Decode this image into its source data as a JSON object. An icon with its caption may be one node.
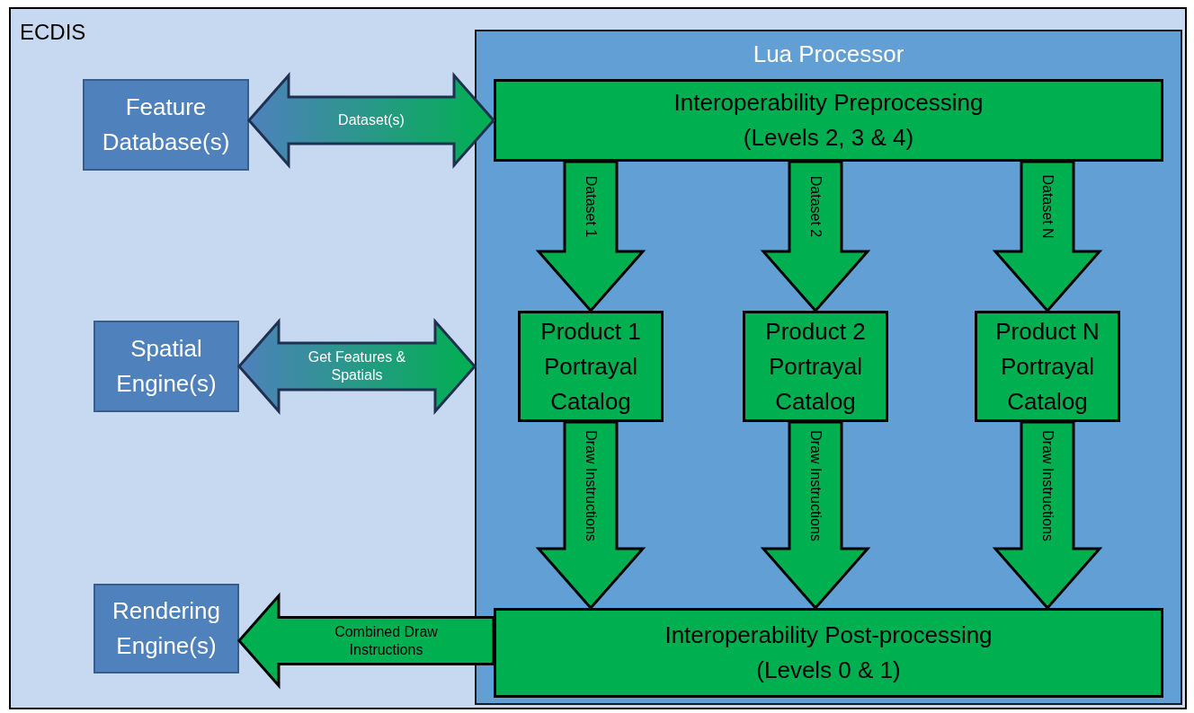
{
  "diagram": {
    "nodes": [
      {
        "text": [
          "ECDIS"
        ]
      },
      {
        "text": [
          "Feature Database(s)"
        ],
        "in": 0
      },
      {
        "text": [
          "Spatial Engine(s)"
        ],
        "in": 0
      },
      {
        "text": [
          "Rendering Engine(s)"
        ],
        "in": 0
      },
      {
        "text": [
          "Lua Processor"
        ],
        "in": 0
      },
      {
        "text": [
          "Interoperability Preprocessing",
          "(Levels 2, 3 & 4)"
        ],
        "in": 4
      },
      {
        "text": [
          "Product 1 Portrayal Catalog"
        ],
        "in": 4
      },
      {
        "text": [
          "Product 2 Portrayal Catalog"
        ],
        "in": 4
      },
      {
        "text": [
          "Product N Portrayal Catalog"
        ],
        "in": 4
      },
      {
        "text": [
          "Interoperability Post-processing",
          "(Levels 0 & 1)"
        ],
        "in": 4
      }
    ],
    "edges": [
      {
        "from": 1,
        "to": 5,
        "arrow": "both",
        "label": "Dataset(s)"
      },
      {
        "from": 2,
        "to": 4,
        "arrow": "both",
        "label": "Get Features & Spatials"
      },
      {
        "from": 5,
        "to": 6,
        "arrow": "to",
        "label": "Dataset 1"
      },
      {
        "from": 5,
        "to": 7,
        "arrow": "to",
        "label": "Dataset 2"
      },
      {
        "from": 5,
        "to": 8,
        "arrow": "to",
        "label": "Dataset N"
      },
      {
        "from": 6,
        "to": 9,
        "arrow": "to",
        "label": "Draw Instructions"
      },
      {
        "from": 7,
        "to": 9,
        "arrow": "to",
        "label": "Draw Instructions"
      },
      {
        "from": 8,
        "to": 9,
        "arrow": "to",
        "label": "Draw Instructions"
      },
      {
        "from": 9,
        "to": 3,
        "arrow": "to",
        "label": "Combined Draw Instructions"
      }
    ]
  }
}
